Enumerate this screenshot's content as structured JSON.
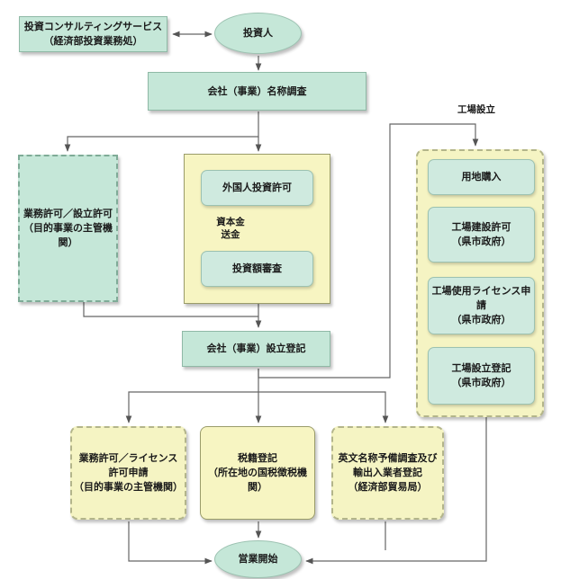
{
  "nodes": {
    "consulting": [
      "投資コンサルティングサービス",
      "（経済部投資業務処）"
    ],
    "investor": "投資人",
    "name_check": "会社（事業）名称調査",
    "industry_permit_left": [
      "業務許可／設立許可",
      "（目的事業の主管機関）"
    ],
    "foreign_permit": "外国人投資許可",
    "capital_remit": [
      "資本金",
      "送金"
    ],
    "capital_audit": "投資額審査",
    "company_register": "会社（事業）設立登記",
    "factory_label": "工場設立",
    "land_purchase": "用地購入",
    "factory_build": [
      "工場建設許可",
      "（県市政府）"
    ],
    "factory_use": [
      "工場使用ライセンス申請",
      "（県市政府）"
    ],
    "factory_register": [
      "工場設立登記",
      "（県市政府）"
    ],
    "business_license": [
      "業務許可／ライセンス",
      "許可申請",
      "（目的事業の主管機関）"
    ],
    "tax_register": [
      "税籍登記",
      "（所在地の国税徴税機関）"
    ],
    "english_name": [
      "英文名称予備調査及び",
      "輸出入業者登記",
      "（経済部貿易局）"
    ],
    "start_business": "営業開始"
  }
}
